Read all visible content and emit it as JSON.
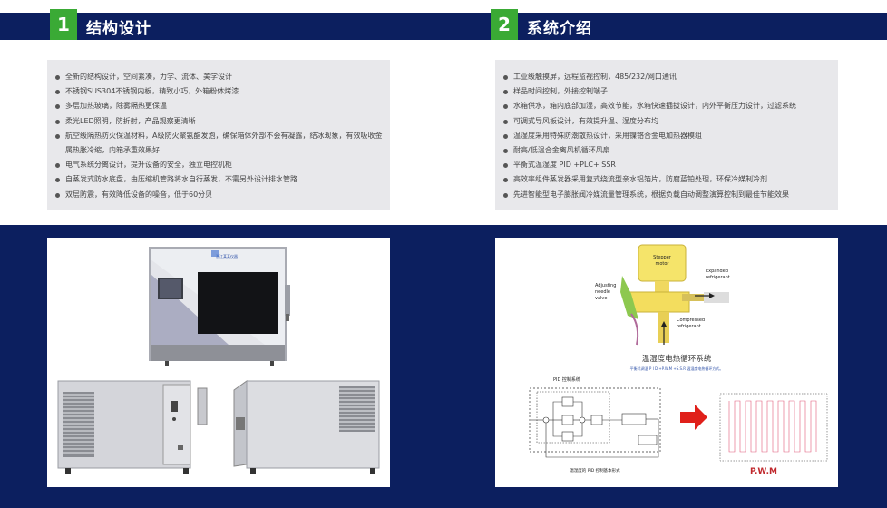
{
  "section1": {
    "number": "1",
    "title": "结构设计",
    "items": [
      "全新的结构设计，空间紧凑，力学、流体、美学设计",
      "不锈钢SUS304不锈钢内板，精致小巧，外箱粉体烤漆",
      "多层加热玻璃，除雾隔热更保温",
      "柔光LED照明，防折射，产品观察更清晰",
      "航空级隔热防火保温材料，A级防火聚氨酯发泡，确保箱体外部不会有凝露，结冰现象，有效吸收金属热胀冷缩，内箱承重效果好",
      "电气系统分离设计，提升设备的安全，独立电控机柜",
      "自蒸发式防水底盘，由压缩机管路将水自行蒸发，不需另外设计排水管路",
      "双层防震，有效降低设备的噪音，低于60分贝"
    ]
  },
  "section2": {
    "number": "2",
    "title": "系统介绍",
    "items": [
      "工业级触摸屏，远程监视控制，485/232/网口通讯",
      "样品时间控制，外接控制端子",
      "水箱供水，箱内底部加湿，高效节能，水箱快速插拔设计，内外平衡压力设计，过滤系统",
      "可调式导风板设计，有效提升温、湿度分布均",
      "温湿度采用特殊防潮散热设计，采用镍铬合金电加热器模组",
      "耐高/低温合金离风机循环风扇",
      "平衡式温湿度 PID +PLC+ SSR",
      "高效率组件蒸发器采用复式绕流型亲水铝箔片，防腐蓝铂处理，环保冷媒制冷剂",
      "先进智能型电子膨胀阀冷媒流量管理系统，根据负载自动调整演算控制到最佳节能效果"
    ]
  },
  "diagram": {
    "stepper_label": "Stepper\nmotor",
    "expanded_label": "Expanded\nrefrigerant",
    "adjusting_label": "Adjusting\nneedle\nvalve",
    "compressed_label": "Compressed\nrefrigerant",
    "cycle_title": "温湿度电热循环系统",
    "cycle_subtitle": "平衡式调温 P I D +P.W.M +S.S.R 温湿度电热循环方式。",
    "pid_title": "PID 控制系统",
    "pid_caption": "温湿度的  PID 控制基本形式",
    "pwm_label": "P.W.M"
  },
  "colors": {
    "navy": "#0c1f5f",
    "green": "#3aaa35",
    "panel": "#e8e8eb",
    "arrow": "#e0201a",
    "pwm": "#c0282c"
  }
}
